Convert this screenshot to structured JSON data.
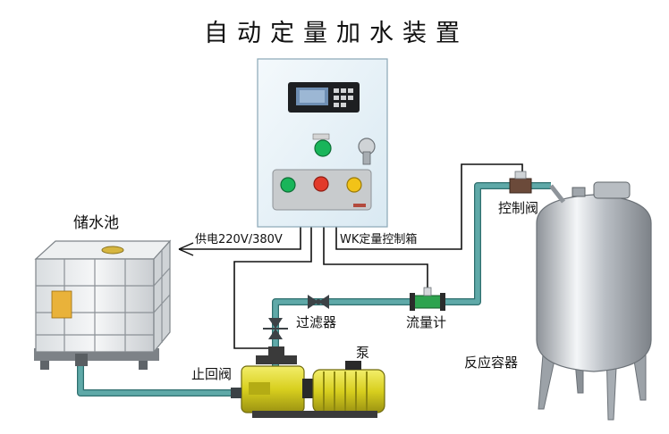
{
  "title": "自动定量加水装置",
  "labels": {
    "reservoir": "储水池",
    "power": "供电220V/380V",
    "control_box": "WK定量控制箱",
    "control_valve": "控制阀",
    "filter": "过滤器",
    "flowmeter": "流量计",
    "pump": "泵",
    "check_valve": "止回阀",
    "reactor": "反应容器"
  },
  "colors": {
    "pipe": "#5fa9a8",
    "pipe_dark": "#2f6f6e",
    "box": "#e9f3f8",
    "pump": "#d8cf1e",
    "button_green": "#19b55a",
    "button_red": "#e23a2a",
    "button_yellow": "#f2c318"
  }
}
